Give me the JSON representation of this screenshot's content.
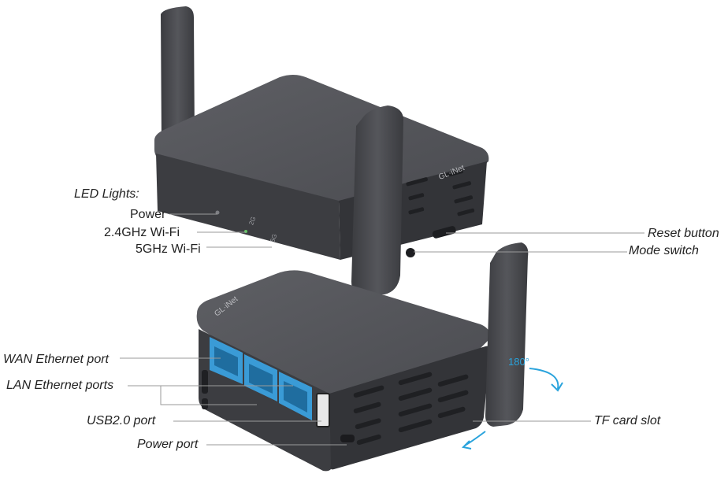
{
  "labels": {
    "led_lights": "LED Lights",
    "power": "Power",
    "wifi_24": "2.4GHz Wi-Fi",
    "wifi_5": "5GHz Wi-Fi",
    "reset_button": "Reset button",
    "mode_switch": "Mode switch",
    "wan_port": "WAN Ethernet port",
    "lan_ports": "LAN Ethernet ports",
    "usb_port": "USB2.0 port",
    "power_port": "Power port",
    "tf_slot": "TF card slot"
  },
  "device": {
    "brand": "GL·iNet",
    "led_2g": "2G",
    "led_5g": "5G",
    "rotation": "180°"
  },
  "colors": {
    "body": "#4a4b4f",
    "body_top": "#56575c",
    "body_dark": "#2e2f33",
    "port_blue": "#3a9bd6",
    "accent": "#29a3dc",
    "line": "#9a9a9a"
  }
}
